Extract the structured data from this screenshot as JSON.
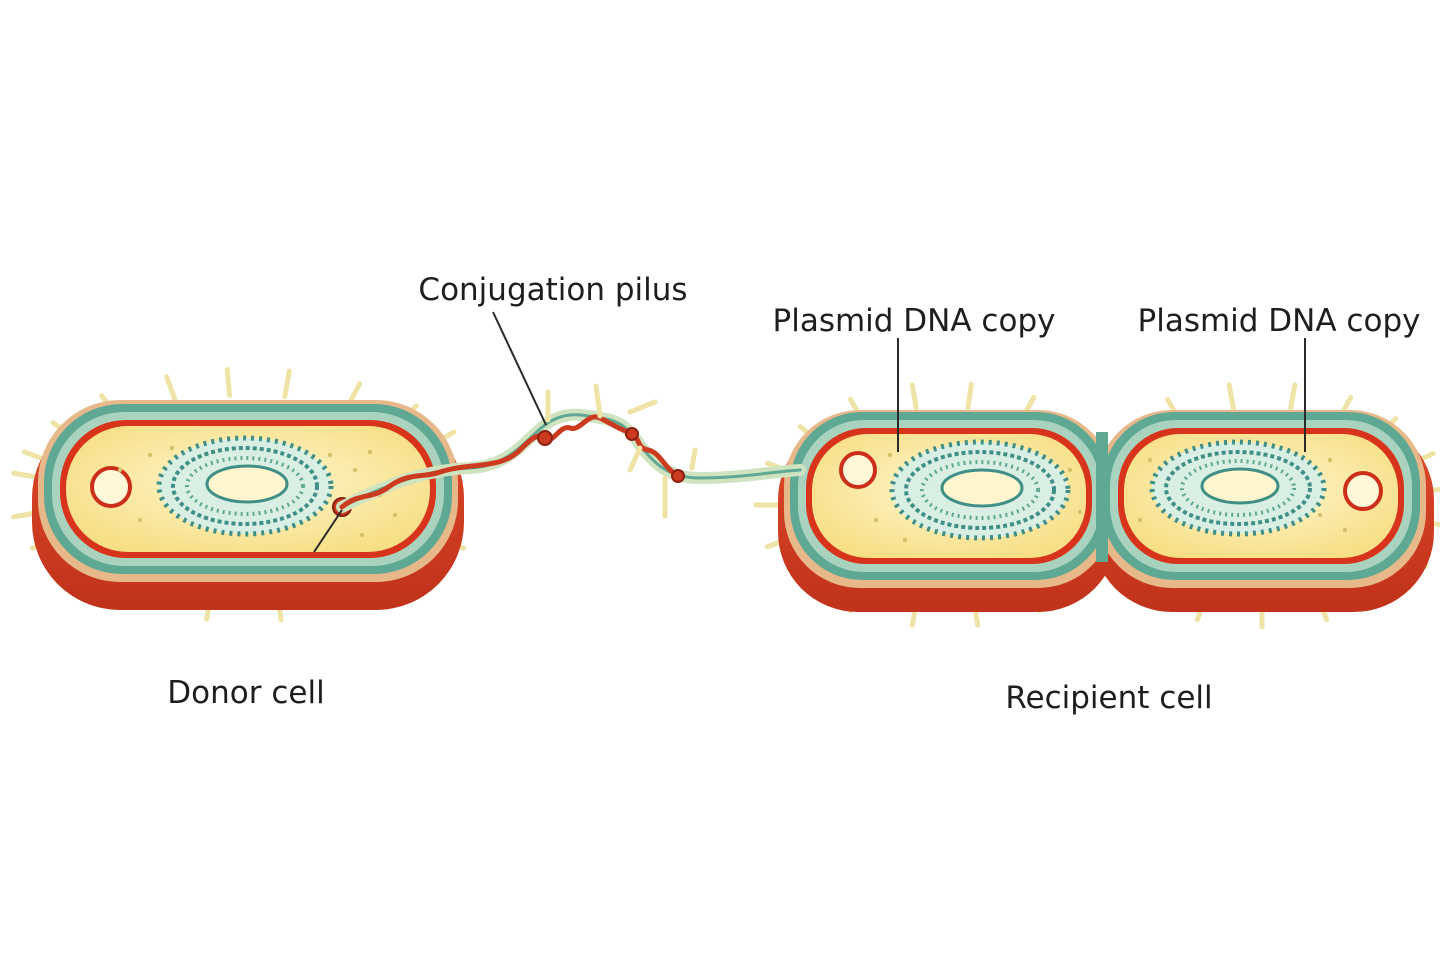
{
  "labels": {
    "conjugation_pilus": "Conjugation pilus",
    "plasmid_copy_1": "Plasmid DNA copy",
    "plasmid_copy_2": "Plasmid  DNA copy",
    "donor_cell": "Donor cell",
    "recipient_cell": "Recipient cell"
  },
  "colors": {
    "background": "#ffffff",
    "outer_wall_red": "#d63a1e",
    "outer_wall_dark": "#b82a16",
    "capsule_tan": "#e7b98a",
    "membrane_teal": "#5fa893",
    "membrane_light": "#a9d3bf",
    "inner_red": "#d8341c",
    "cytoplasm": "#fbe9a0",
    "cytoplasm_center": "#fff3c4",
    "nucleoid_teal": "#3f8f86",
    "nucleoid_fill": "#d9efe4",
    "pili": "#efe3a6",
    "pili_outline": "#b8a66a",
    "pilus_red": "#cc3a1f",
    "label_text": "#1e1e1e"
  },
  "icons": [
    "bacterium-donor",
    "bacterium-recipient-left",
    "bacterium-recipient-right",
    "conjugation-pilus",
    "plasmid-ring",
    "nucleoid-dna"
  ]
}
